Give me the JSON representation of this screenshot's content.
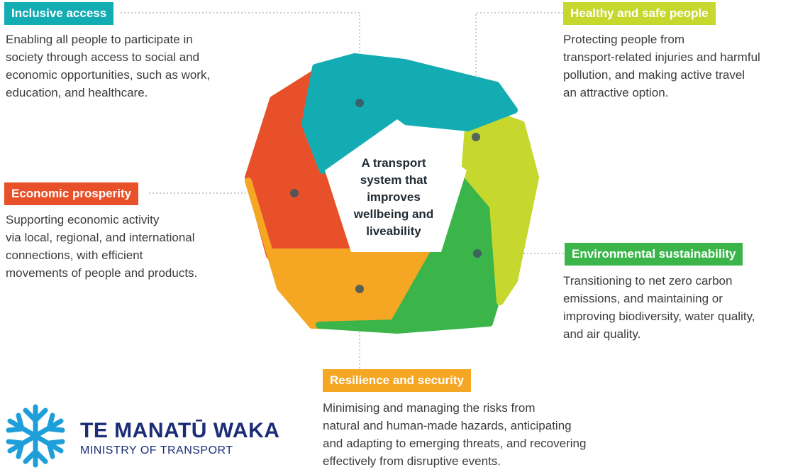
{
  "center": {
    "lines": [
      "A transport",
      "system that",
      "improves",
      "wellbeing and",
      "liveability"
    ]
  },
  "outcomes": [
    {
      "title": "Inclusive access",
      "color": "#14acb3",
      "lines": [
        "Enabling all people to participate in",
        "society through access to social and",
        "economic opportunities, such as work,",
        "education, and healthcare."
      ]
    },
    {
      "title": "Healthy and safe people",
      "color": "#c6d82d",
      "lines": [
        "Protecting people from",
        "transport-related injuries and harmful",
        "pollution, and making active travel",
        "an attractive option."
      ]
    },
    {
      "title": "Economic prosperity",
      "color": "#e8502a",
      "lines": [
        "Supporting economic activity",
        "via local, regional, and international",
        "connections, with efficient",
        "movements of people and products."
      ]
    },
    {
      "title": "Environmental sustainability",
      "color": "#3bb54a",
      "lines": [
        "Transitioning to net zero carbon",
        "emissions, and maintaining or",
        "improving biodiversity, water quality,",
        "and air quality."
      ]
    },
    {
      "title": "Resilience and security",
      "color": "#f5a623",
      "lines": [
        "Minimising and managing the risks from",
        "natural and human-made hazards, anticipating",
        "and adapting to emerging threats, and recovering",
        "effectively from disruptive events."
      ]
    }
  ],
  "logo": {
    "title": "TE MANATŪ WAKA",
    "subtitle": "MINISTRY OF TRANSPORT",
    "icon": "snowflake-icon",
    "color": "#1f9fd9"
  }
}
